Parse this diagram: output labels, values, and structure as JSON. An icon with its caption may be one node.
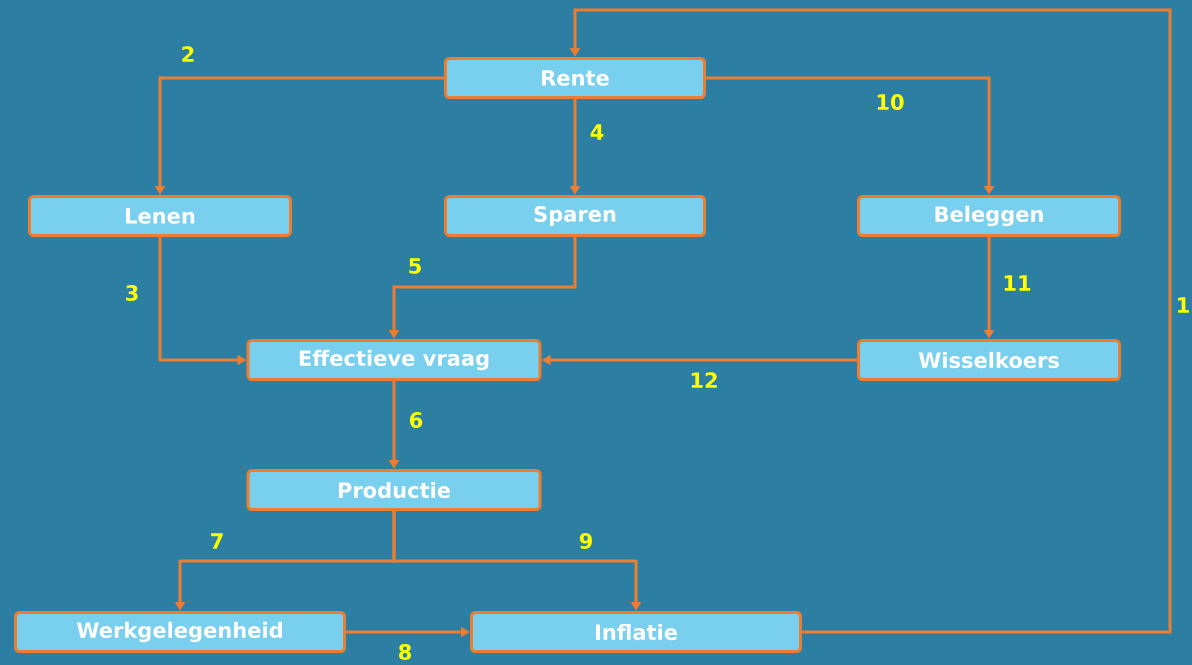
{
  "diagram": {
    "nodes": [
      {
        "text": [
          "Rente"
        ]
      },
      {
        "text": [
          "Lenen"
        ]
      },
      {
        "text": [
          "Sparen"
        ]
      },
      {
        "text": [
          "Beleggen"
        ]
      },
      {
        "text": [
          "Effectieve vraag"
        ]
      },
      {
        "text": [
          "Wisselkoers"
        ]
      },
      {
        "text": [
          "Productie"
        ]
      },
      {
        "text": [
          "Werkgelegenheid"
        ]
      },
      {
        "text": [
          "Inflatie"
        ]
      }
    ],
    "edges": [
      {
        "from": 0,
        "to": 1,
        "arrow": "to",
        "label": "2"
      },
      {
        "from": 0,
        "to": 2,
        "arrow": "to",
        "label": "4"
      },
      {
        "from": 0,
        "to": 3,
        "arrow": "to",
        "label": "10"
      },
      {
        "from": 1,
        "to": 4,
        "arrow": "to",
        "label": "3"
      },
      {
        "from": 2,
        "to": 4,
        "arrow": "to",
        "label": "5"
      },
      {
        "from": 3,
        "to": 5,
        "arrow": "to",
        "label": "11"
      },
      {
        "from": 5,
        "to": 4,
        "arrow": "to",
        "label": "12"
      },
      {
        "from": 4,
        "to": 6,
        "arrow": "to",
        "label": "6"
      },
      {
        "from": 6,
        "to": 7,
        "arrow": "to",
        "label": "7"
      },
      {
        "from": 6,
        "to": 8,
        "arrow": "to",
        "label": "9"
      },
      {
        "from": 7,
        "to": 8,
        "arrow": "to",
        "label": "8"
      },
      {
        "from": 8,
        "to": 0,
        "arrow": "to",
        "label": "1"
      }
    ]
  }
}
